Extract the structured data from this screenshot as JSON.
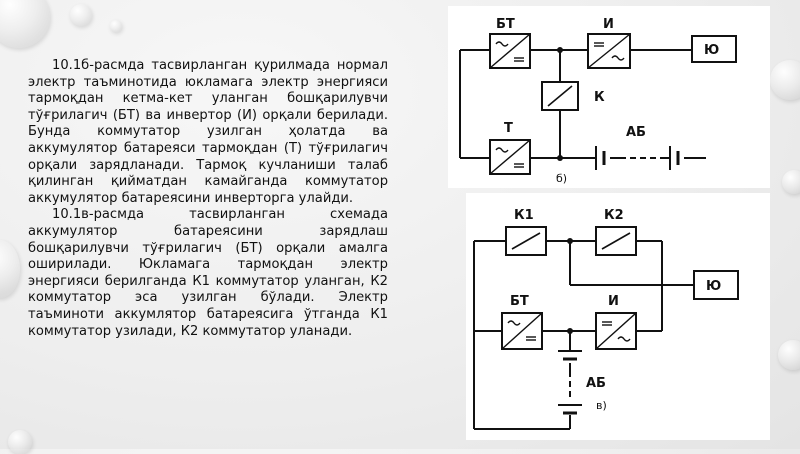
{
  "paragraphs": [
    "10.1б-расмда тасвирланган қурилмада нормал электр таъминотида юкламага электр энергияси тармоқдан кетма-кет уланган бошқарилувчи тўғрилагич (БТ) ва инвертор (И) орқали берилади. Бунда коммутатор узилган ҳолатда ва аккумулятор батареяси тармоқдан (Т) тўғрилагич орқали зарядланади. Тармоқ кучланиши талаб қилинган қийматдан камайганда коммутатор аккумулятор батареясини инверторга улайди.",
    "10.1в-расмда тасвирланган схемада аккумулятор батареясини зарядлаш бошқарилувчи тўғрилагич (БТ) орқали амалга оширилади. Юкламага тармоқдан электр энергияси берилганда К1 коммутатор уланган, К2 коммутатор эса узилган бўлади. Электр таъминоти аккумлятор батареясига ўтганда К1 коммутатор узилади, К2 коммутатор уланади."
  ],
  "diagram_b": {
    "label_bt": "БТ",
    "label_i": "И",
    "label_yu": "Ю",
    "label_k": "К",
    "label_t": "Т",
    "label_ab": "АБ",
    "caption": "б)"
  },
  "diagram_v": {
    "label_k1": "К1",
    "label_k2": "К2",
    "label_bt": "БТ",
    "label_i": "И",
    "label_yu": "Ю",
    "label_ab": "АБ",
    "caption": "в)"
  }
}
